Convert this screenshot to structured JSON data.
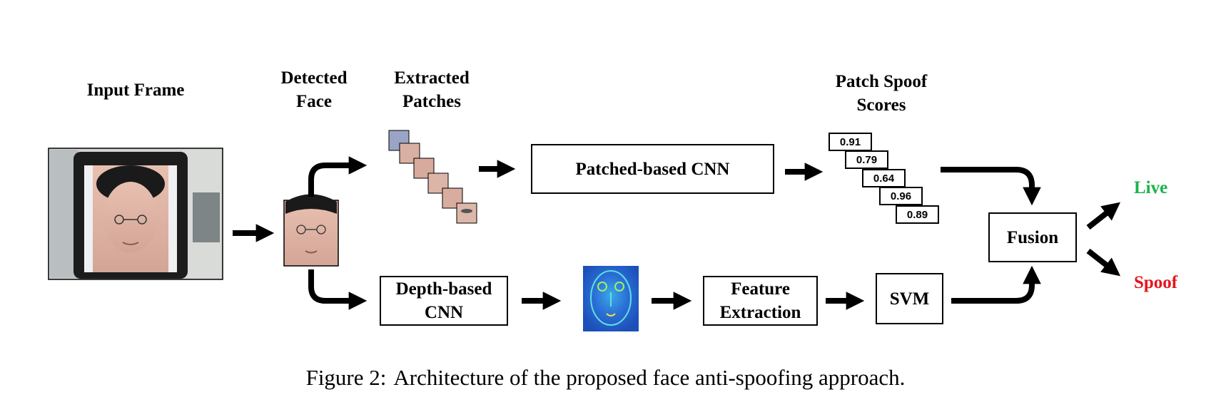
{
  "labels": {
    "input_frame": "Input Frame",
    "detected_face": [
      "Detected",
      "Face"
    ],
    "extracted_patches": [
      "Extracted",
      "Patches"
    ],
    "patch_spoof_scores": [
      "Patch Spoof",
      "Scores"
    ]
  },
  "boxes": {
    "patch_cnn": "Patched-based CNN",
    "depth_cnn": [
      "Depth-based",
      "CNN"
    ],
    "feature_extraction": [
      "Feature",
      "Extraction"
    ],
    "svm": "SVM",
    "fusion": "Fusion"
  },
  "scores": [
    "0.91",
    "0.79",
    "0.64",
    "0.96",
    "0.89"
  ],
  "outputs": {
    "live": "Live",
    "spoof": "Spoof"
  },
  "colors": {
    "live": "#19b34a",
    "spoof": "#e8141c",
    "arrow": "#000000",
    "depth_map": "#2a6fd6"
  },
  "caption": {
    "figure_label": "Figure 2:",
    "text": "Architecture of the proposed face anti-spoofing approach."
  }
}
